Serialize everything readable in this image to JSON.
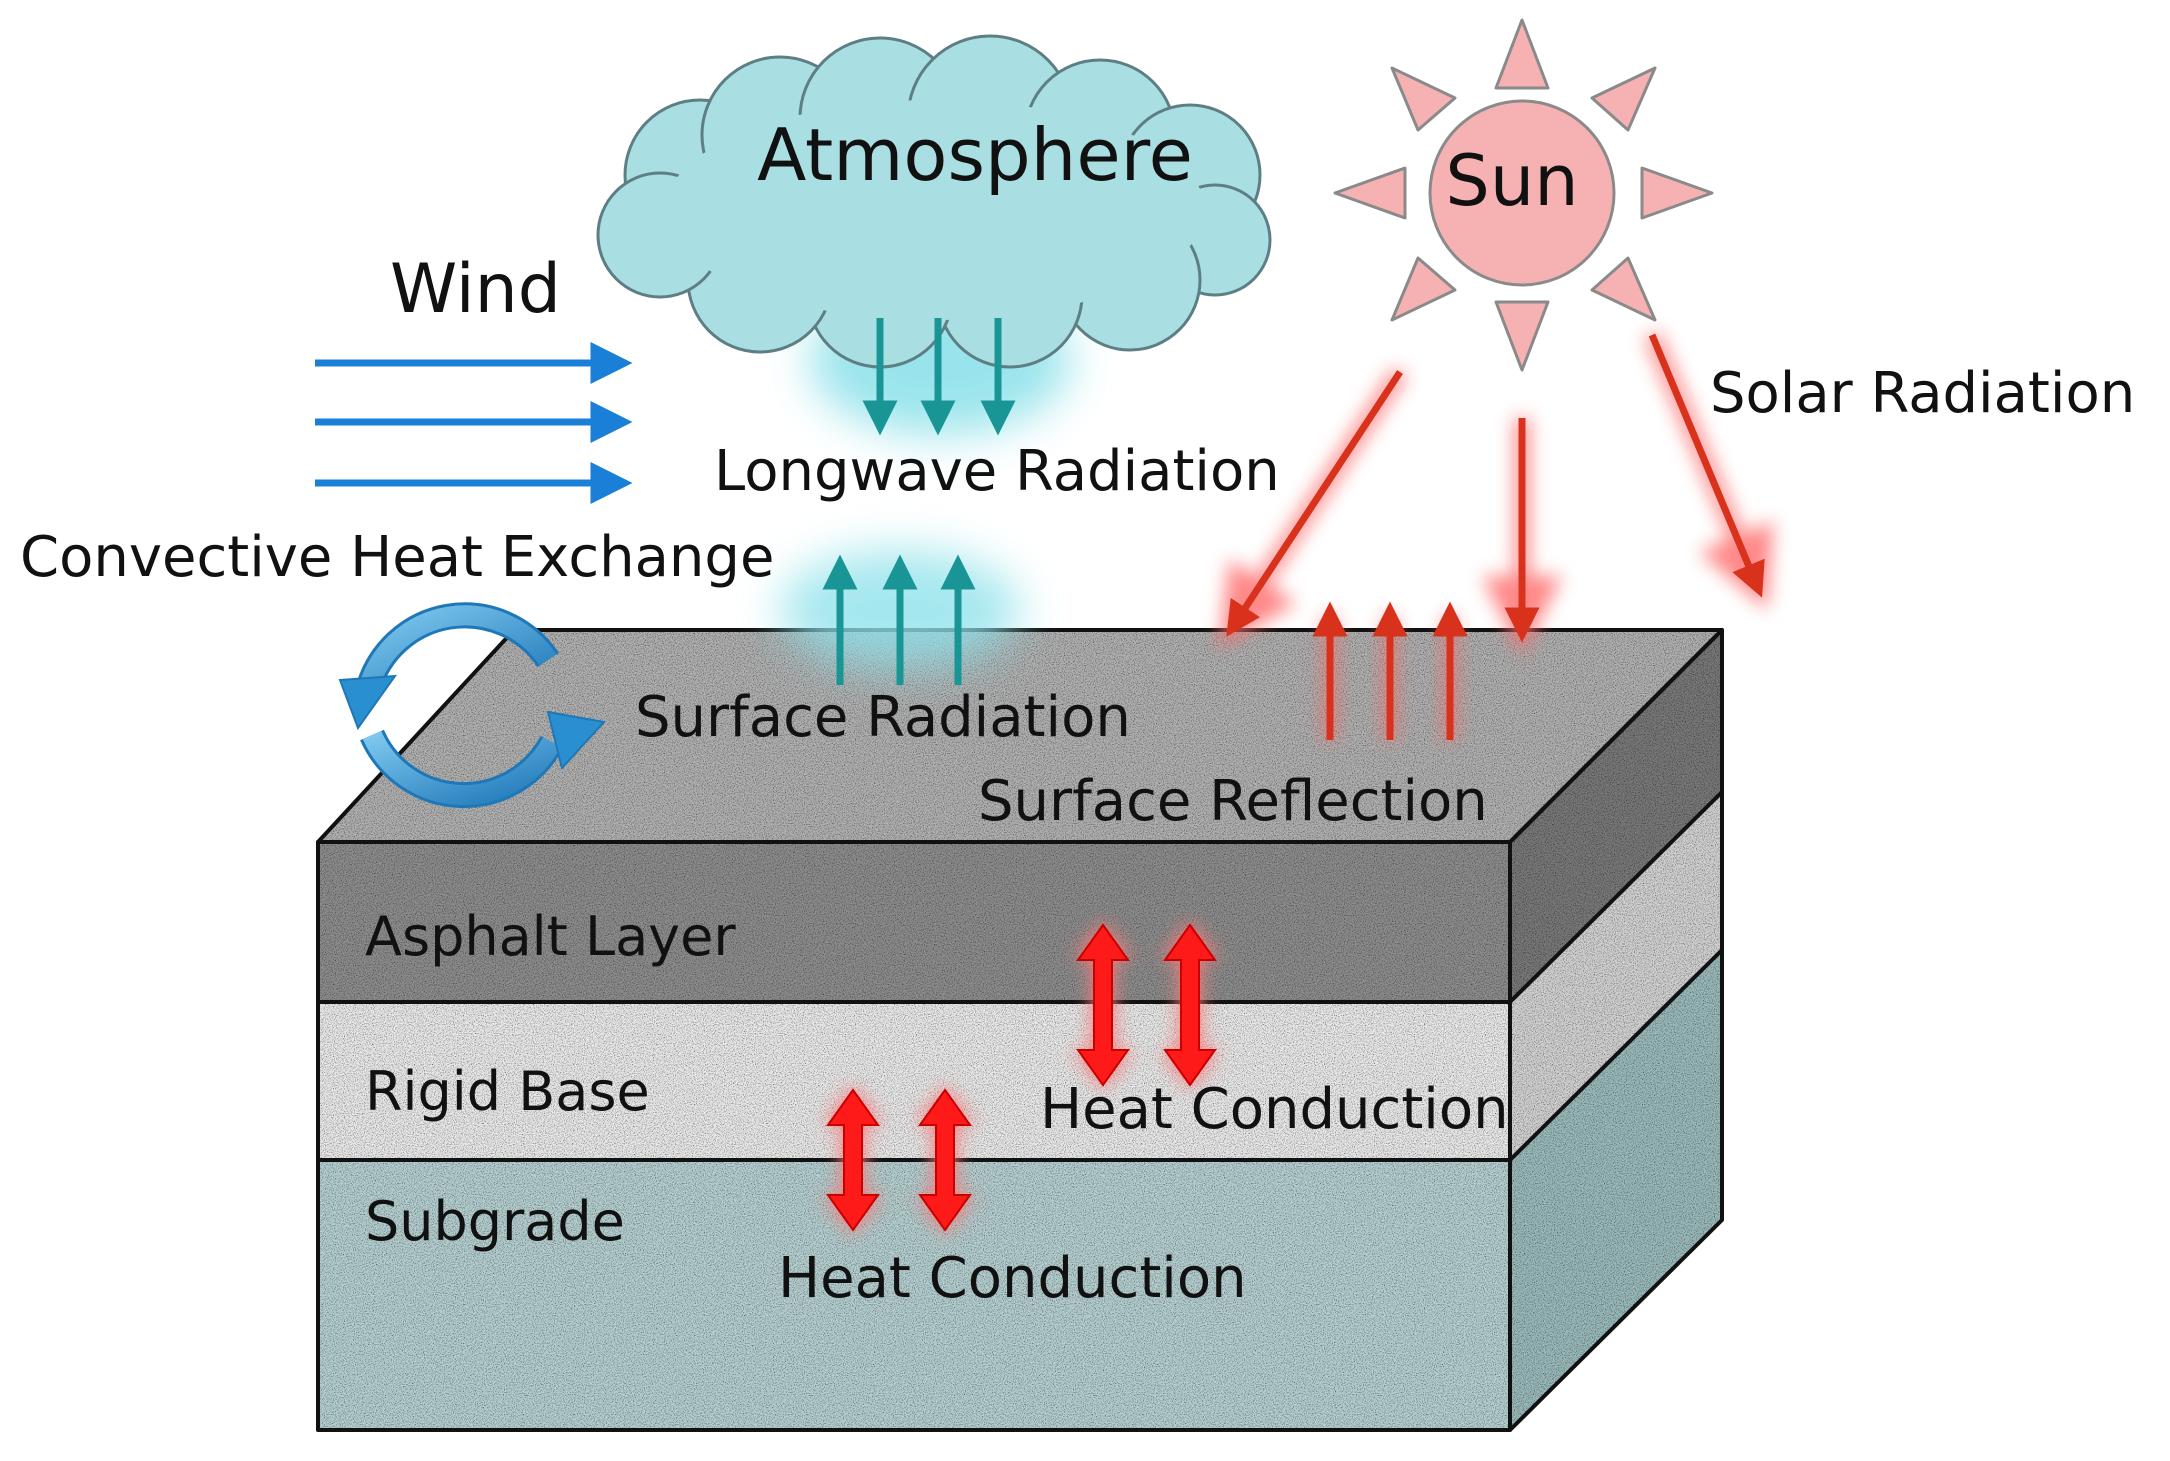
{
  "labels": {
    "atmosphere": "Atmosphere",
    "sun": "Sun",
    "wind": "Wind",
    "solar_radiation": "Solar Radiation",
    "longwave_radiation": "Longwave Radiation",
    "convective_heat_exchange": "Convective Heat Exchange",
    "surface_radiation": "Surface Radiation",
    "surface_reflection": "Surface Reflection",
    "asphalt_layer": "Asphalt Layer",
    "rigid_base": "Rigid Base",
    "subgrade": "Subgrade",
    "heat_conduction_upper": "Heat Conduction",
    "heat_conduction_lower": "Heat Conduction"
  },
  "colors": {
    "wind_arrows": "#1a7fd6",
    "longwave_arrows": "#1a9595",
    "solar_arrows": "#d8321c",
    "conduction_arrows": "#ff1a1a",
    "cloud": "#a9dfe3",
    "sun": "#f6b2b2",
    "asphalt": "#8f8f8f",
    "rigid_base": "#ececec",
    "subgrade": "#b8d2d3"
  },
  "icons": {
    "cloud": "cloud-icon",
    "sun": "sun-icon",
    "cycle": "circular-arrows-icon"
  }
}
